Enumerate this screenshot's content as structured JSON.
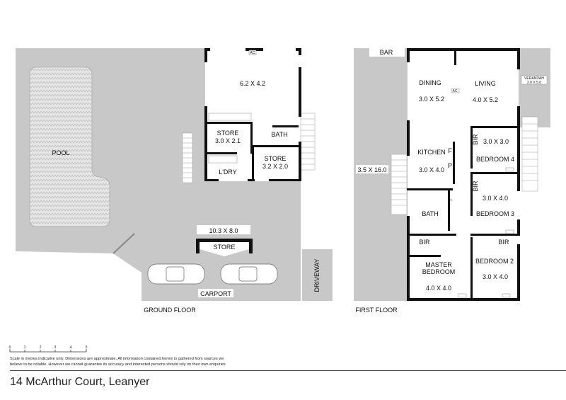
{
  "ground_floor": {
    "caption": "GROUND FLOOR",
    "pool": "POOL",
    "main_room": "6.2 X 4.2",
    "store1": {
      "name": "STORE",
      "size": "3.0 X 2.1"
    },
    "bath": "BATH",
    "store2": {
      "name": "STORE",
      "size": "3.2 X 2.0"
    },
    "laundry": "L'DRY",
    "carport_size": "10.3 X 8.0",
    "carport_store": "STORE",
    "carport": "CARPORT",
    "driveway": "DRIVEWAY",
    "ac": "AC"
  },
  "first_floor": {
    "caption": "FIRST FLOOR",
    "bar": "BAR",
    "deck_size": "3.5 X 16.0",
    "verandah": {
      "name": "VERANDAH",
      "size": "2.0 X 5.0"
    },
    "dining": {
      "name": "DINING",
      "size": "3.0 X 5.2"
    },
    "living": {
      "name": "LIVING",
      "size": "4.0 X 5.2"
    },
    "kitchen": {
      "name": "KITCHEN",
      "size": "3.0 X 4.0"
    },
    "fridge": "F",
    "pantry": "P",
    "linen": "L",
    "bath": "BATH",
    "bedroom4": {
      "name": "BEDROOM 4",
      "size": "3.0 X 3.0",
      "bir": "BIR"
    },
    "bedroom3": {
      "name": "BEDROOM 3",
      "size": "3.0 X 4.0",
      "bir": "BIR"
    },
    "master": {
      "name1": "MASTER",
      "name2": "BEDROOM",
      "size": "4.0 X 4.0",
      "bir": "BIR"
    },
    "bedroom2": {
      "name": "BEDROOM 2",
      "size": "3.0 X 4.0",
      "bir": "BIR"
    },
    "ac": "AC"
  },
  "scale": {
    "ticks": [
      "0",
      "1",
      "2",
      "3",
      "4",
      "5"
    ]
  },
  "disclaimer": {
    "line1": "Scale in metres.Indicative only. Dimensions are approximate. All information contained herein is gathered from sources we",
    "line2": "believe to be reliable. However we cannot guarantee its accuracy and interested persons should rely on their own enquiries"
  },
  "address": "14 McArthur Court, Leanyer",
  "colors": {
    "ground": "#c8c8c8",
    "wall": "#111111"
  }
}
